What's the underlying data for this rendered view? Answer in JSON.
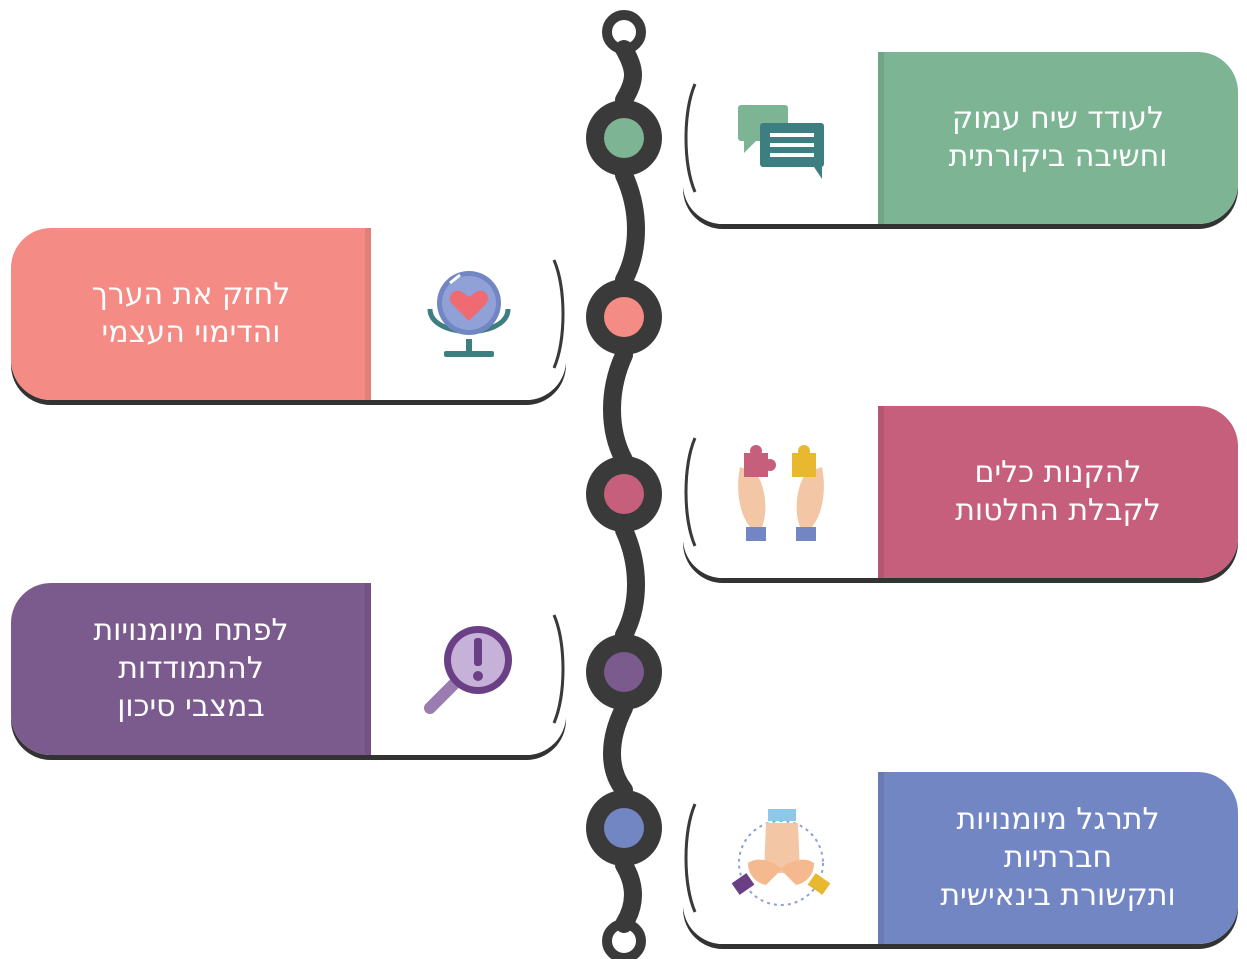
{
  "colors": {
    "spine": "#3a3a3a",
    "green": "#7cb494",
    "salmon": "#f48b85",
    "rose": "#c65f7c",
    "purple": "#7b5a8e",
    "blue": "#7386c4"
  },
  "items": [
    {
      "lines": [
        "לעודד שיח עמוק",
        "וחשיבה ביקורתית"
      ],
      "icon": "chat-bubbles-icon",
      "color": "#7cb494"
    },
    {
      "lines": [
        "לחזק את הערך",
        "והדימוי העצמי"
      ],
      "icon": "heart-mirror-icon",
      "color": "#f48b85"
    },
    {
      "lines": [
        "להקנות כלים",
        "לקבלת החלטות"
      ],
      "icon": "puzzle-hands-icon",
      "color": "#c65f7c"
    },
    {
      "lines": [
        "לפתח מיומנויות",
        "להתמודדות",
        "במצבי סיכון"
      ],
      "icon": "magnifier-warning-icon",
      "color": "#7b5a8e"
    },
    {
      "lines": [
        "לתרגל מיומנויות",
        "חברתיות",
        "ותקשורת בינאישית"
      ],
      "icon": "teamwork-hands-icon",
      "color": "#7386c4"
    }
  ]
}
